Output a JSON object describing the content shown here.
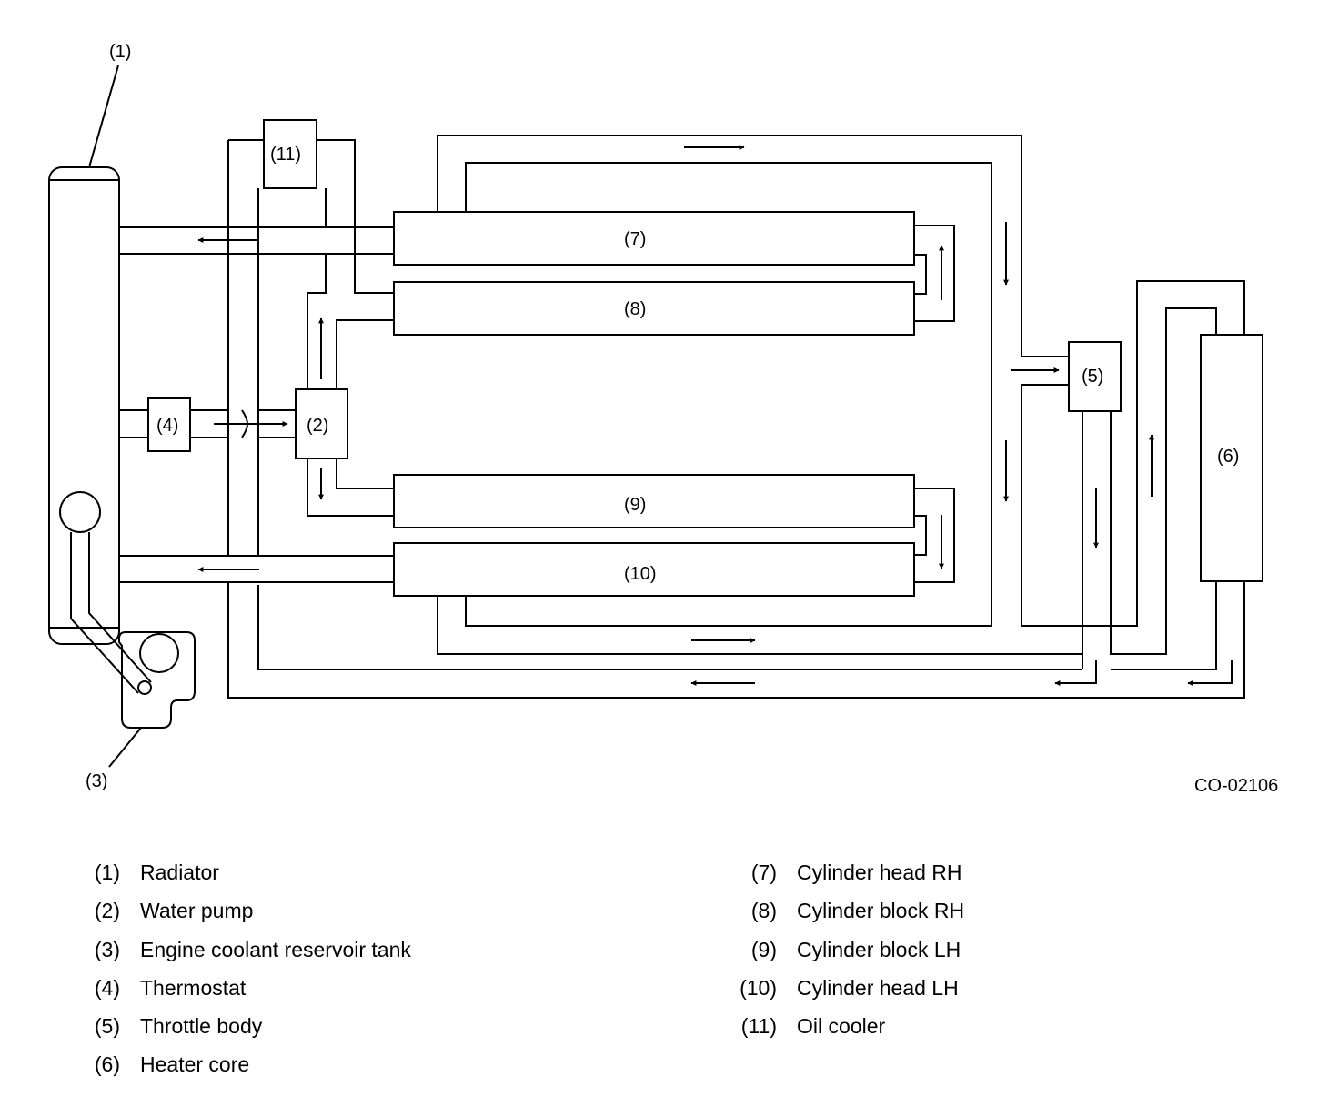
{
  "callouts": {
    "c1": "(1)",
    "c2": "(2)",
    "c3": "(3)",
    "c4": "(4)",
    "c5": "(5)",
    "c6": "(6)",
    "c7": "(7)",
    "c8": "(8)",
    "c9": "(9)",
    "c10": "(10)",
    "c11": "(11)"
  },
  "figure_code": "CO-02106",
  "legend": {
    "left": [
      {
        "num": "(1)",
        "label": "Radiator"
      },
      {
        "num": "(2)",
        "label": "Water pump"
      },
      {
        "num": "(3)",
        "label": "Engine coolant reservoir tank"
      },
      {
        "num": "(4)",
        "label": "Thermostat"
      },
      {
        "num": "(5)",
        "label": "Throttle body"
      },
      {
        "num": "(6)",
        "label": "Heater core"
      }
    ],
    "right": [
      {
        "num": "(7)",
        "label": "Cylinder head RH"
      },
      {
        "num": "(8)",
        "label": "Cylinder block RH"
      },
      {
        "num": "(9)",
        "label": "Cylinder block LH"
      },
      {
        "num": "(10)",
        "label": "Cylinder head LH"
      },
      {
        "num": "(11)",
        "label": "Oil cooler"
      }
    ]
  }
}
